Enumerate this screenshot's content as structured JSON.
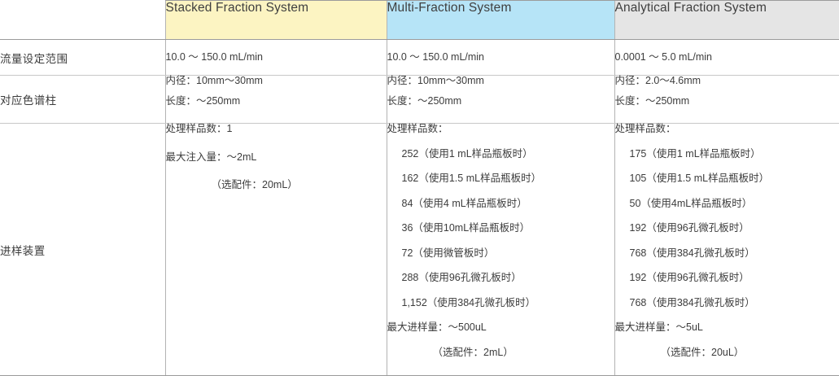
{
  "table": {
    "headers": [
      {
        "label": "",
        "color": "#ffffff",
        "name": "corner-blank"
      },
      {
        "label": "Stacked Fraction System",
        "color": "#fcf4c2",
        "name": "stacked-fraction-system"
      },
      {
        "label": "Multi-Fraction System",
        "color": "#b6e4f7",
        "name": "multi-fraction-system"
      },
      {
        "label": "Analytical Fraction System",
        "color": "#e5e5e5",
        "name": "analytical-fraction-system"
      }
    ],
    "rows": [
      {
        "label": "流量设定范围",
        "stacked": [
          "10.0 ～ 150.0 mL/min"
        ],
        "multi": [
          "10.0 ～ 150.0 mL/min"
        ],
        "analytical": [
          "0.0001 ～ 5.0 mL/min"
        ]
      },
      {
        "label": "对应色谱柱",
        "stacked": [
          "内径：10mm～30mm",
          "长度：～250mm"
        ],
        "multi": [
          "内径：10mm～30mm",
          "长度：～250mm"
        ],
        "analytical": [
          "内径：2.0～4.6mm",
          "长度：～250mm"
        ]
      },
      {
        "label": "进样装置",
        "stacked": [
          "处理样品数：1",
          "最大注入量：～2mL",
          "（选配件：20mL）"
        ],
        "multi": [
          "处理样品数：",
          "252（使用1 mL样品瓶板时）",
          "162（使用1.5 mL样品瓶板时）",
          "84（使用4 mL样品瓶板时）",
          "36（使用10mL样品瓶板时）",
          "72（使用微管板时）",
          "288（使用96孔微孔板时）",
          "1,152（使用384孔微孔板时）",
          "最大进样量：～500uL",
          "（选配件：2mL）"
        ],
        "analytical": [
          "处理样品数：",
          "175（使用1 mL样品瓶板时）",
          "105（使用1.5 mL样品瓶板时）",
          "50（使用4mL样品瓶板时）",
          "192（使用96孔微孔板时）",
          "768（使用384孔微孔板时）",
          "192（使用96孔微孔板时）",
          "768（使用384孔微孔板时）",
          "最大进样量：～5uL",
          "（选配件：20uL）"
        ]
      }
    ]
  }
}
